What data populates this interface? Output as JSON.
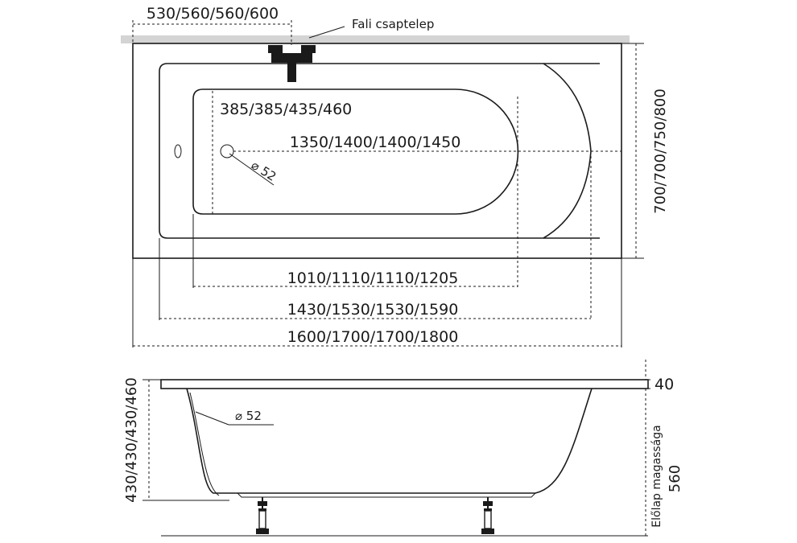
{
  "top_view": {
    "faucet_label": "Fali csaptelep",
    "faucet_position_dim": "530/560/560/600",
    "drain_offset_dim": "385/385/435/460",
    "inner_length_dim": "1350/1400/1400/1450",
    "drain_diameter": "⌀ 52",
    "bottom_length_dim": "1010/1110/1110/1205",
    "rim_length_dim": "1430/1530/1530/1590",
    "total_length_dim": "1600/1700/1700/1800",
    "width_dim": "700/700/750/800"
  },
  "side_view": {
    "height_dim": "430/430/430/460",
    "rim_thickness_dim": "40",
    "drain_diameter": "⌀ 52",
    "front_panel_label": "Előlap magassága",
    "front_panel_height": "560"
  }
}
